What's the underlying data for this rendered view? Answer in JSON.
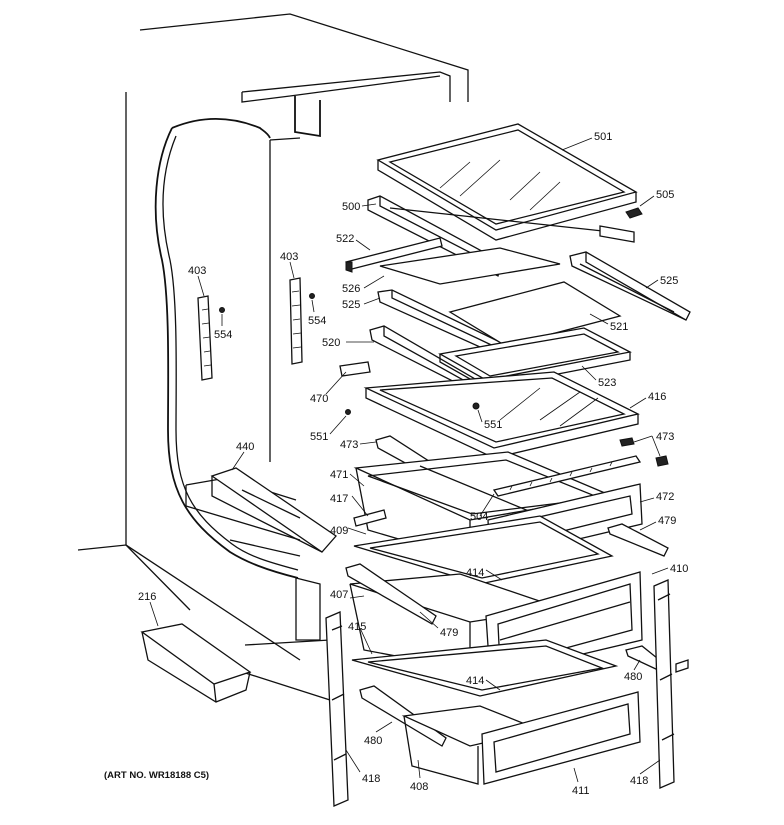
{
  "art_number": "(ART NO. WR18188 C5)",
  "callouts": {
    "c501": "501",
    "c505": "505",
    "c500": "500",
    "c522": "522",
    "c526": "526",
    "c525a": "525",
    "c525b": "525",
    "c521": "521",
    "c520": "520",
    "c523": "523",
    "c470": "470",
    "c416": "416",
    "c551a": "551",
    "c551b": "551",
    "c473a": "473",
    "c473b": "473",
    "c471": "471",
    "c472": "472",
    "c417": "417",
    "c504": "504",
    "c479a": "479",
    "c409": "409",
    "c414a": "414",
    "c410": "410",
    "c407": "407",
    "c479b": "479",
    "c415": "415",
    "c414b": "414",
    "c480a": "480",
    "c480b": "480",
    "c403a": "403",
    "c403b": "403",
    "c554a": "554",
    "c554b": "554",
    "c440": "440",
    "c216": "216",
    "c418a": "418",
    "c418b": "418",
    "c408": "408",
    "c411": "411"
  }
}
